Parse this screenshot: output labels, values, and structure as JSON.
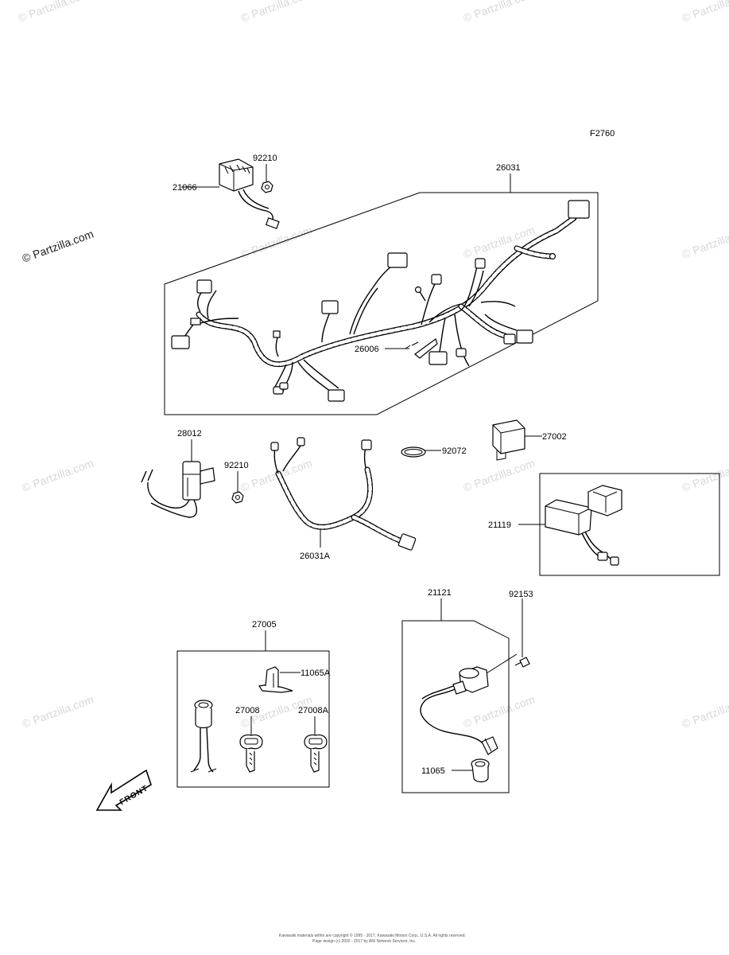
{
  "diagram_code": "F2760",
  "watermark": "© Partzilla.com",
  "parts": {
    "p21066": "21066",
    "p92210a": "92210",
    "p26031": "26031",
    "p26006": "26006",
    "p28012": "28012",
    "p92210b": "92210",
    "p26031A": "26031A",
    "p92072": "92072",
    "p27002": "27002",
    "p21119": "21119",
    "p27005": "27005",
    "p11065A": "11065A",
    "p27008": "27008",
    "p27008A": "27008A",
    "p21121": "21121",
    "p92153": "92153",
    "p11065": "11065"
  },
  "front_label": "FRONT",
  "footer": {
    "line1": "Kawasaki materials within are copyright © 1995 - 2017, Kawasaki Motors Corp., U.S.A. All rights reserved.",
    "line2": "Page design (c) 2002 - 2017 by ARI Network Services, Inc."
  }
}
